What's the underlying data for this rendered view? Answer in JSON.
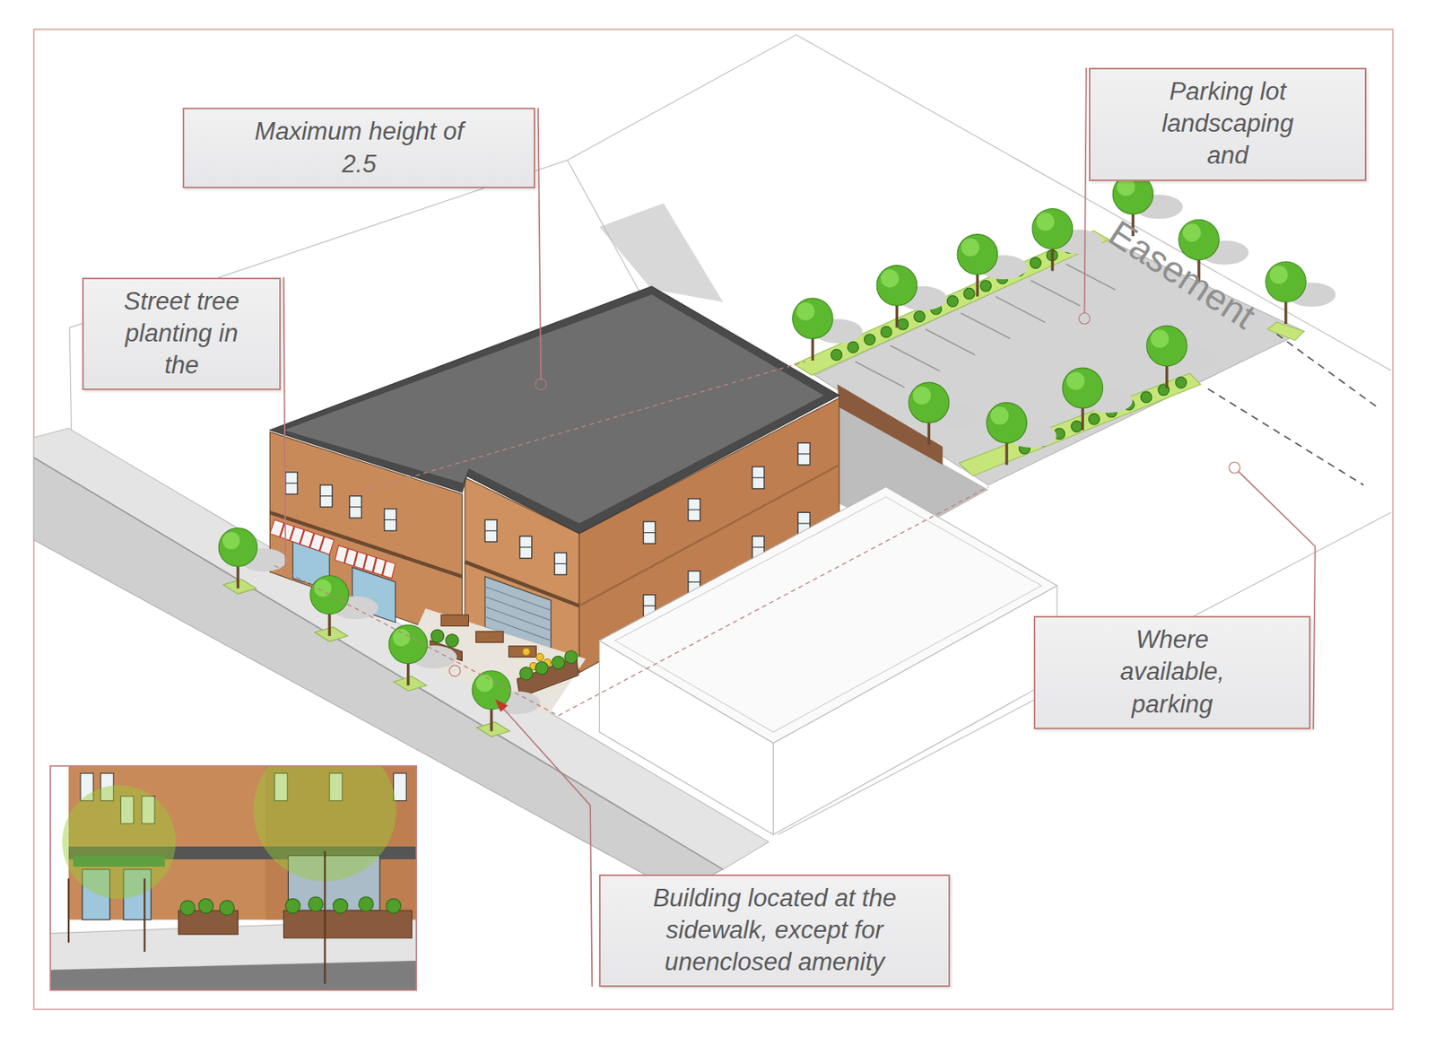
{
  "diagram": {
    "nodes": [
      {
        "text": [
          "Maximum height of 2.5"
        ]
      },
      {
        "text": [
          "Parking lot landscaping and"
        ]
      },
      {
        "text": [
          "Street tree planting in the"
        ]
      },
      {
        "text": [
          "Where available, parking"
        ]
      },
      {
        "text": [
          "Building located at the sidewalk, except for unenclosed amenity"
        ]
      }
    ],
    "labels": [
      "Easement"
    ]
  }
}
